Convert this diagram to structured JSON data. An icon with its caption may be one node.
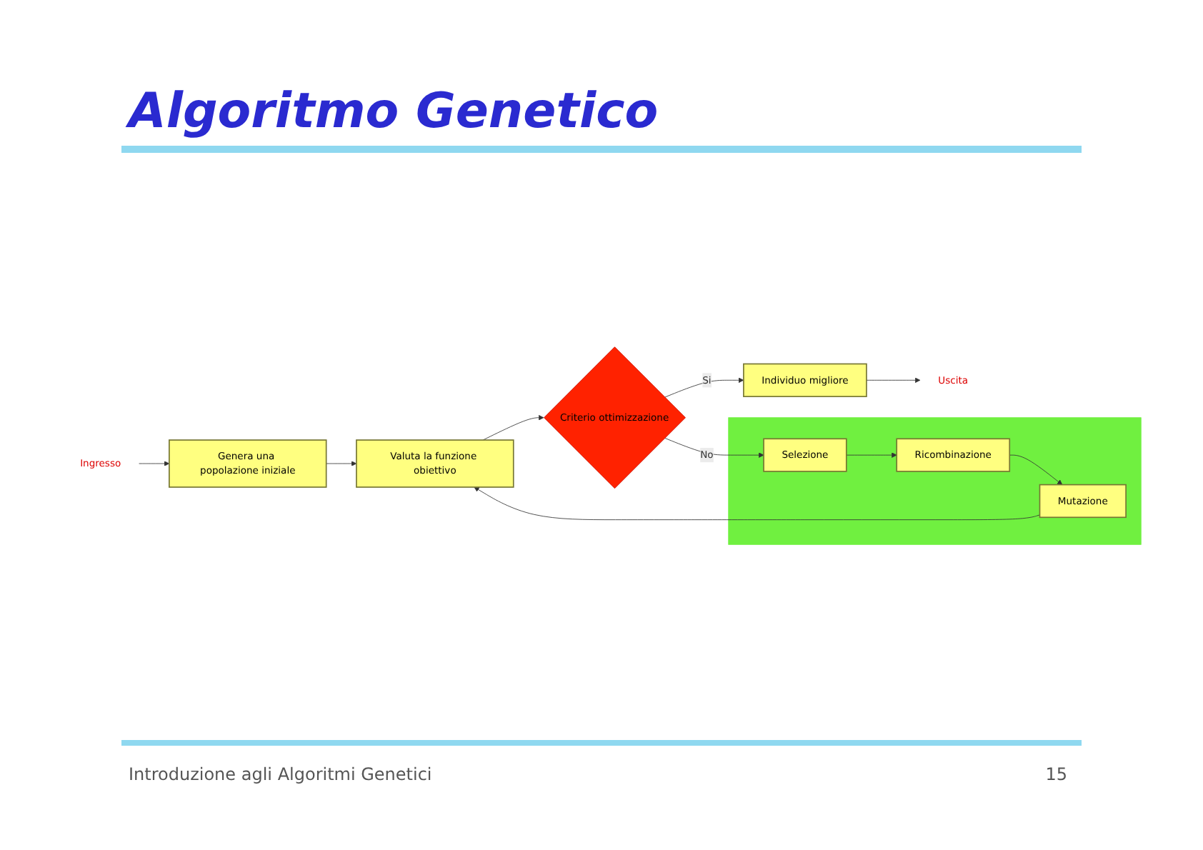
{
  "diagram": {
    "title": "Algoritmo Genetico",
    "nodes": [
      {
        "text": [
          "Genera una popolazione iniziale"
        ]
      },
      {
        "text": [
          "Valuta la funzione obiettivo"
        ]
      },
      {
        "text": [
          "Criterio ottimizzazione"
        ]
      },
      {
        "text": [
          "Individuo migliore"
        ]
      },
      {
        "text": [],
        "shape": "box"
      },
      {
        "text": [
          "Selezione"
        ],
        "in": 4
      },
      {
        "text": [
          "Ricombinazione"
        ],
        "in": 4
      },
      {
        "text": [
          "Mutazione"
        ],
        "in": 4
      },
      {
        "text": [
          "Ingresso"
        ]
      },
      {
        "text": [
          "Uscita"
        ]
      }
    ],
    "edges": [
      {
        "from": 0,
        "to": 1,
        "arrow": "to"
      },
      {
        "from": 1,
        "to": 2,
        "arrow": "to"
      },
      {
        "from": 2,
        "to": 3,
        "label": "Si",
        "arrow": "to"
      },
      {
        "from": 2,
        "to": 5,
        "label": "No",
        "arrow": "to"
      },
      {
        "from": 5,
        "to": 6,
        "arrow": "to"
      },
      {
        "from": 6,
        "to": 7,
        "arrow": "to"
      },
      {
        "from": 7,
        "to": 1,
        "arrow": "to"
      },
      {
        "from": 8,
        "to": 0,
        "arrow": "to"
      },
      {
        "from": 3,
        "to": 9,
        "arrow": "to"
      }
    ],
    "labels": [
      "Introduzione agli Algoritmi Genetici",
      "15"
    ]
  }
}
